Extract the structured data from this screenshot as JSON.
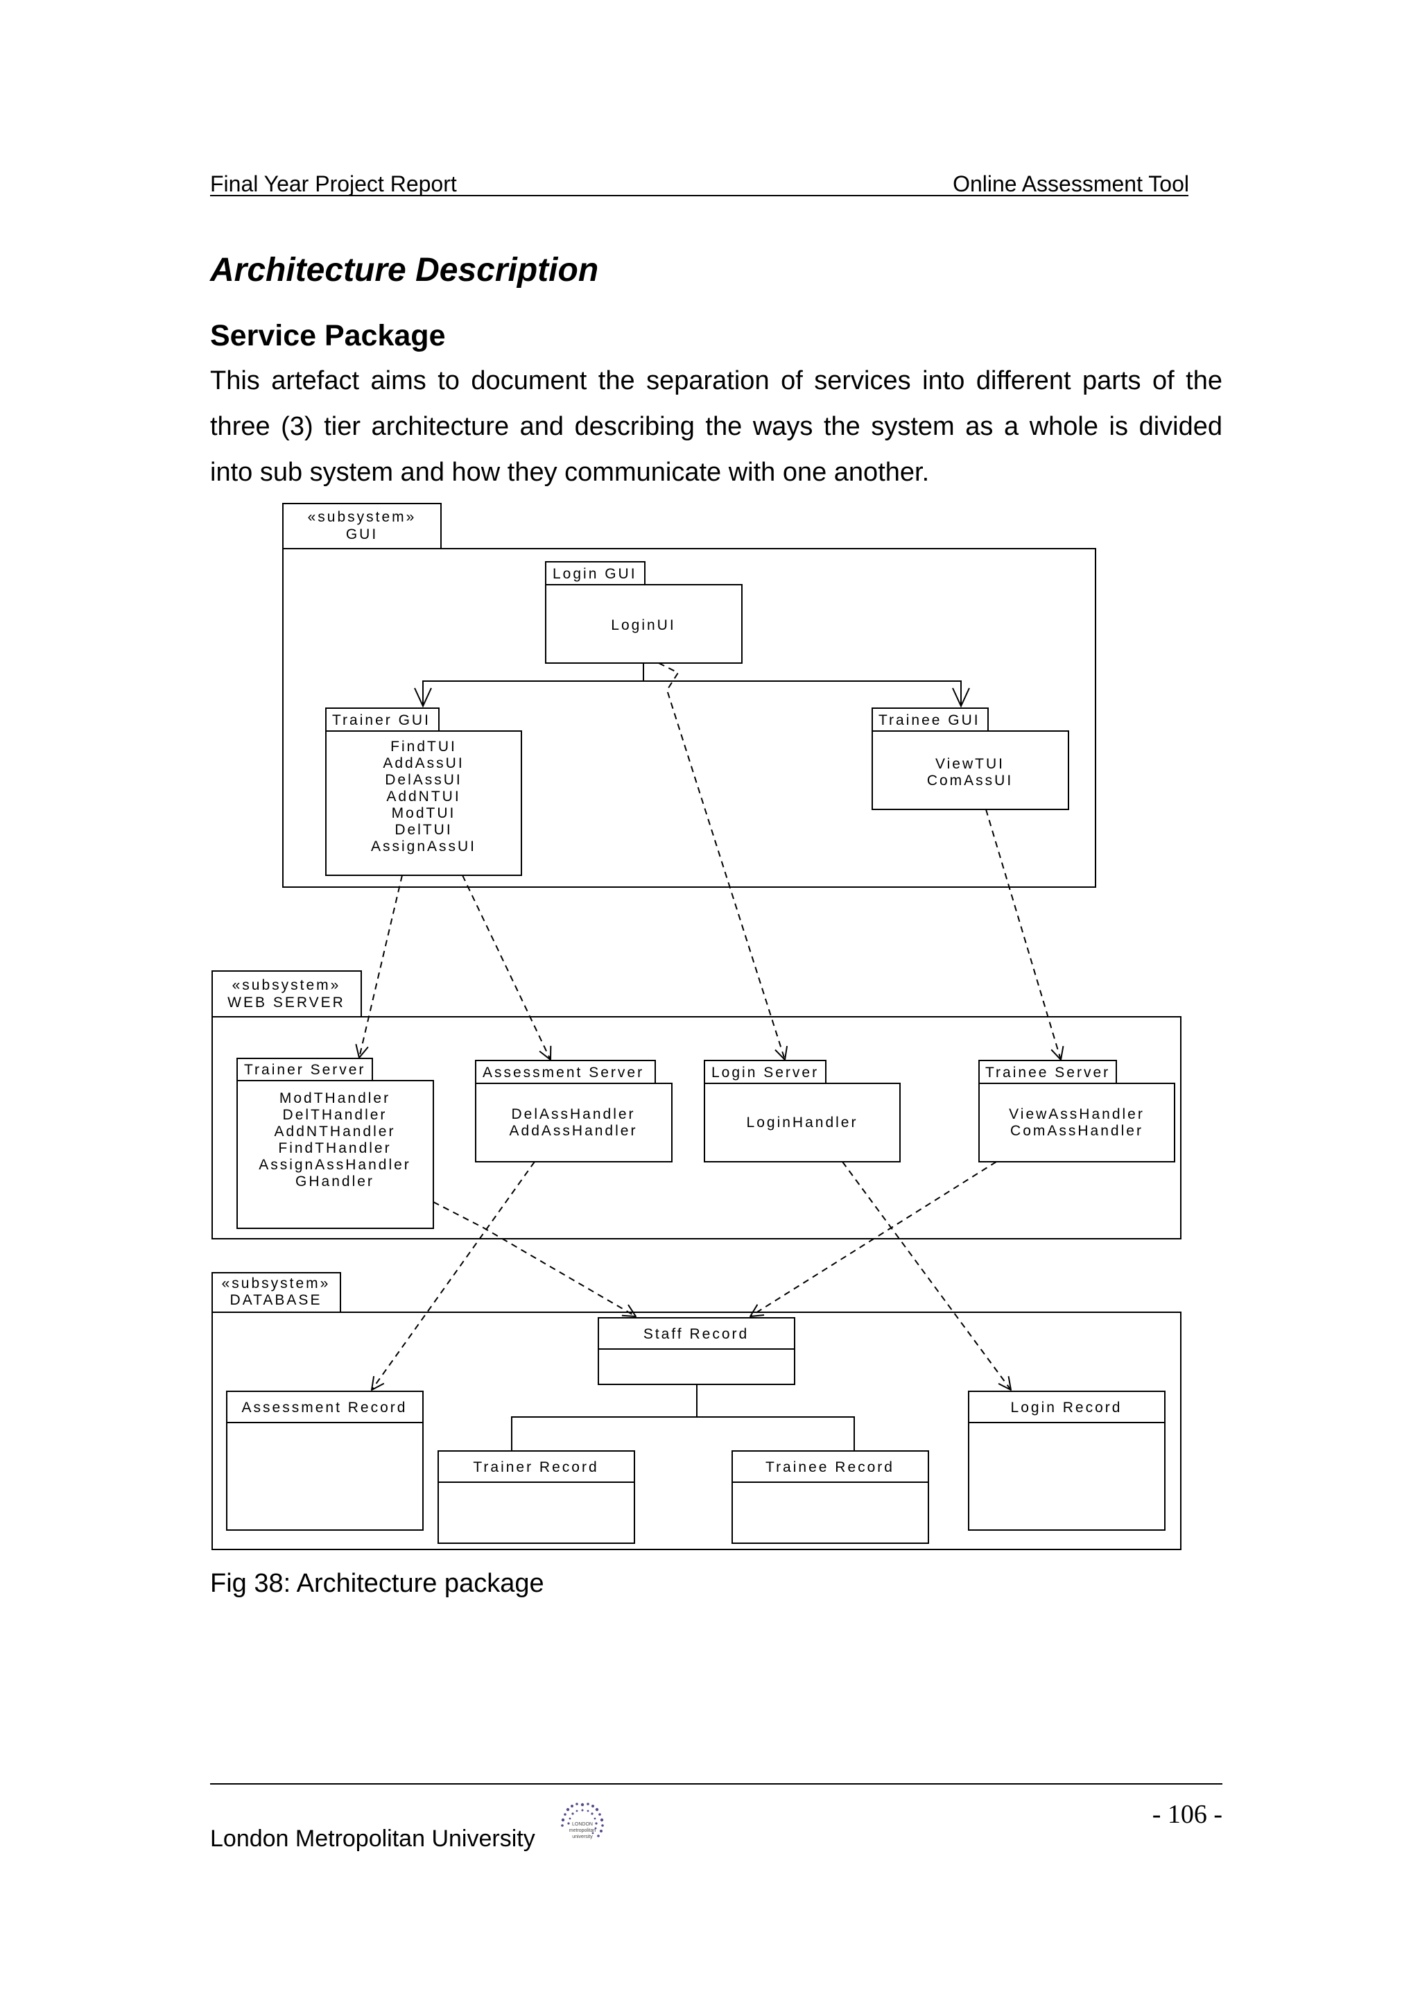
{
  "header": {
    "left": "Final Year Project Report",
    "right": "Online Assessment Tool"
  },
  "title": "Architecture Description",
  "section": "Service Package",
  "paragraph": "This artefact aims to document the separation of services into different parts of the three (3) tier architecture and describing the ways the system as a whole is divided into sub system and how they communicate with one another.",
  "diagram": {
    "subsystems": [
      {
        "stereotype": "«subsystem»",
        "name": "GUI"
      },
      {
        "stereotype": "«subsystem»",
        "name": "WEB SERVER"
      },
      {
        "stereotype": "«subsystem»",
        "name": "DATABASE"
      }
    ],
    "packages": {
      "login_gui": {
        "name": "Login GUI",
        "items": [
          "LoginUI"
        ]
      },
      "trainer_gui": {
        "name": "Trainer GUI",
        "items": [
          "FindTUI",
          "AddAssUI",
          "DelAssUI",
          "AddNTUI",
          "ModTUI",
          "DelTUI",
          "AssignAssUI"
        ]
      },
      "trainee_gui": {
        "name": "Trainee GUI",
        "items": [
          "ViewTUI",
          "ComAssUI"
        ]
      },
      "trainer_server": {
        "name": "Trainer Server",
        "items": [
          "ModTHandler",
          "DelTHandler",
          "AddNTHandler",
          "FindTHandler",
          "AssignAssHandler",
          "GHandler"
        ]
      },
      "assessment_server": {
        "name": "Assessment Server",
        "items": [
          "DelAssHandler",
          "AddAssHandler"
        ]
      },
      "login_server": {
        "name": "Login Server",
        "items": [
          "LoginHandler"
        ]
      },
      "trainee_server": {
        "name": "Trainee Server",
        "items": [
          "ViewAssHandler",
          "ComAssHandler"
        ]
      }
    },
    "records": {
      "staff": "Staff Record",
      "assessment": "Assessment Record",
      "trainer": "Trainer Record",
      "trainee": "Trainee Record",
      "login": "Login Record"
    }
  },
  "caption": "Fig 38: Architecture package",
  "footer": {
    "university": "London Metropolitan University",
    "page": "- 106 -"
  },
  "logo_text": [
    "LONDON",
    "metropolitan",
    "university"
  ]
}
